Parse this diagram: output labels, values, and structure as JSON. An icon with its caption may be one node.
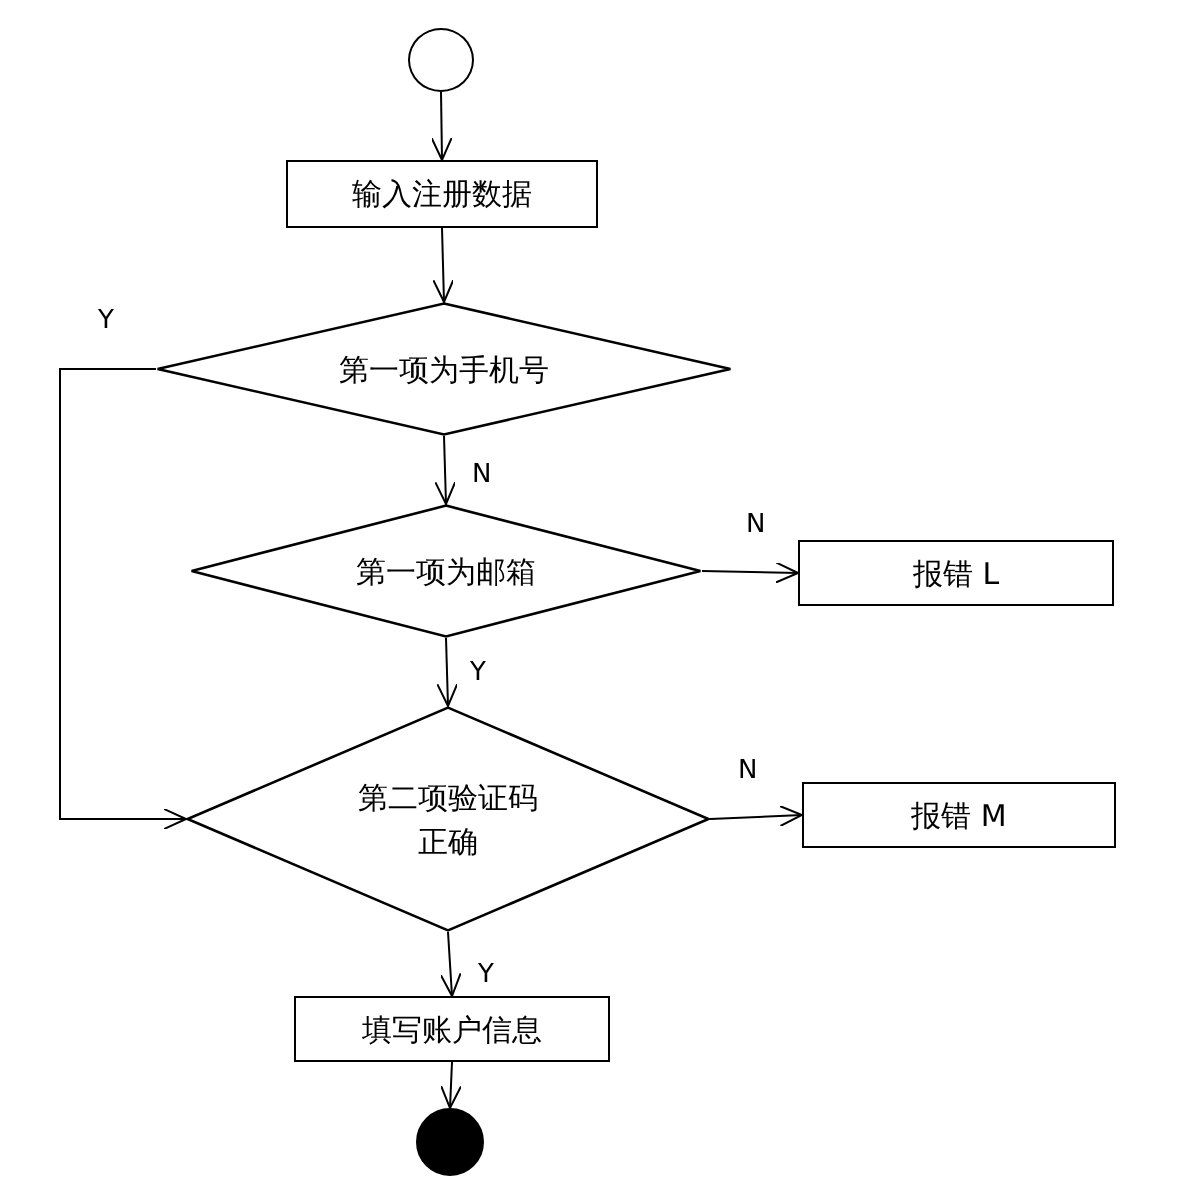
{
  "diagram": {
    "nodes": [
      {
        "text": [],
        "shape": "circle"
      },
      {
        "text": [
          "输入注册数据"
        ]
      },
      {
        "text": [
          "第一项为手机号"
        ]
      },
      {
        "text": [
          "第一项为邮箱"
        ]
      },
      {
        "text": [
          "报错 L"
        ]
      },
      {
        "text": [
          "第二项验证码正确"
        ]
      },
      {
        "text": [
          "报错 M"
        ]
      },
      {
        "text": [
          "填写账户信息"
        ]
      },
      {
        "text": [],
        "shape": "circle"
      }
    ],
    "edges": [
      {
        "from": 0,
        "to": 1,
        "arrow": "to"
      },
      {
        "from": 1,
        "to": 2,
        "arrow": "to"
      },
      {
        "from": 2,
        "to": 3,
        "arrow": "to",
        "label": "N"
      },
      {
        "from": 3,
        "to": 4,
        "arrow": "to",
        "label": "N"
      },
      {
        "from": 3,
        "to": 5,
        "arrow": "to",
        "label": "Y"
      },
      {
        "from": 2,
        "to": 5,
        "arrow": "to",
        "label": "Y"
      },
      {
        "from": 5,
        "to": 6,
        "arrow": "to",
        "label": "N"
      },
      {
        "from": 5,
        "to": 7,
        "arrow": "to",
        "label": "Y"
      },
      {
        "from": 7,
        "to": 8,
        "arrow": "to"
      }
    ]
  }
}
